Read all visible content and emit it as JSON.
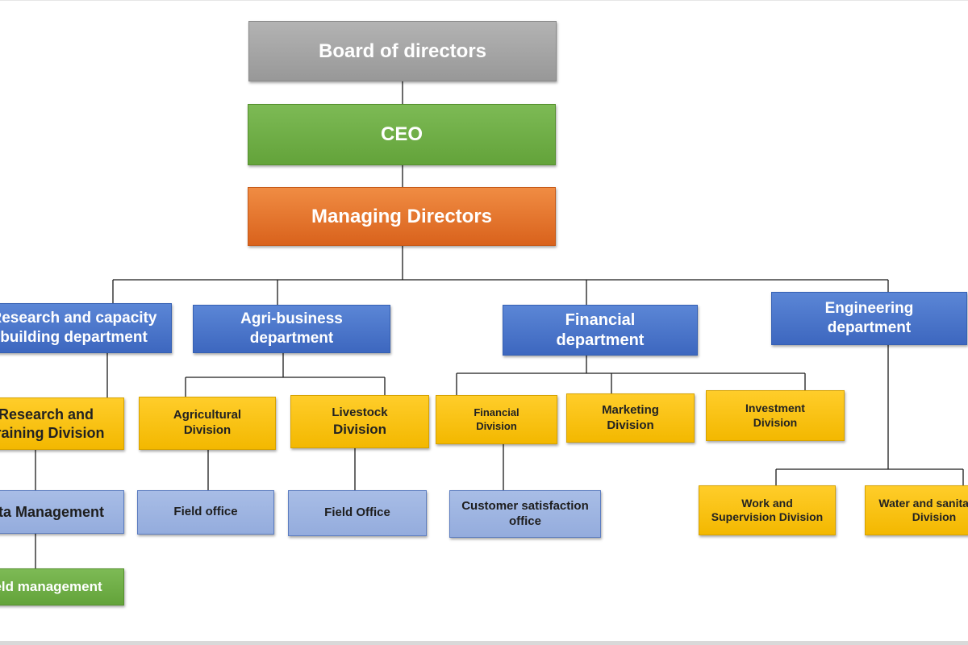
{
  "board": "Board of directors",
  "ceo": "CEO",
  "managing": "Managing Directors",
  "departments": {
    "research": {
      "line1": "Research and capacity",
      "line2": "building department"
    },
    "agri": {
      "line1": "Agri-business",
      "line2": "department"
    },
    "financial": {
      "line1": "Financial",
      "line2": "department"
    },
    "engineering": {
      "line1": "Engineering",
      "line2": "department"
    }
  },
  "divisions": {
    "research_training": {
      "line1": "Research and",
      "line2": "Training Division"
    },
    "agricultural": {
      "line1": "Agricultural",
      "line2": "Division"
    },
    "livestock": {
      "line1": "Livestock",
      "line2": "Division"
    },
    "financial": {
      "line1": "Financial",
      "line2": "Division"
    },
    "marketing": {
      "line1": "Marketing",
      "line2": "Division"
    },
    "investment": {
      "line1": "Investment",
      "line2": "Division"
    },
    "work_supervision": {
      "line1": "Work and",
      "line2": "Supervision Division"
    },
    "water_sanitation": {
      "line1": "Water and sanitation",
      "line2": "Division"
    }
  },
  "offices": {
    "data_management": "Data Management",
    "field_management": "Field management",
    "field_office_agri": "Field office",
    "field_office_livestock": "Field Office",
    "customer_satisfaction": {
      "line1": "Customer satisfaction",
      "line2": "office"
    }
  },
  "colors": {
    "board": "#a6a6a6",
    "ceo": "#70ad47",
    "managing": "#ed7d31",
    "department": "#4472c4",
    "division": "#ffc000",
    "office": "#a4b8e2",
    "field_management": "#70ad47"
  }
}
